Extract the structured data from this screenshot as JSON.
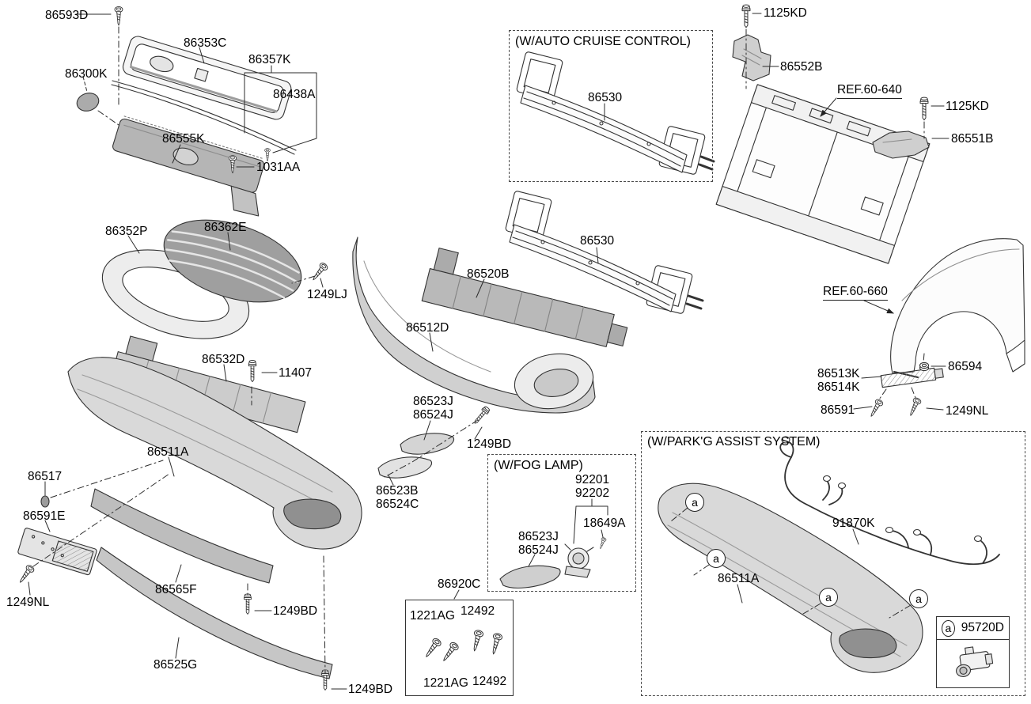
{
  "page": {
    "background": "#ffffff",
    "art_line": "#333333",
    "text": "#000000"
  },
  "titles": {
    "auto_cruise": "(W/AUTO CRUISE CONTROL)",
    "fog_lamp": "(W/FOG LAMP)",
    "parking_assist": "(W/PARK'G ASSIST SYSTEM)"
  },
  "references": {
    "r640": "REF.60-640",
    "r660": "REF.60-660"
  },
  "callout": {
    "marker": "a"
  },
  "parts": {
    "86593D": "86593D",
    "86353C": "86353C",
    "86357K": "86357K",
    "86438A": "86438A",
    "86300K": "86300K",
    "86555K": "86555K",
    "1031AA": "1031AA",
    "86352P": "86352P",
    "86362E": "86362E",
    "1249LJ": "1249LJ",
    "86532D": "86532D",
    "11407": "11407",
    "86511A": "86511A",
    "86517": "86517",
    "86591E": "86591E",
    "1249NL": "1249NL",
    "86565F": "86565F",
    "1249BD": "1249BD",
    "86525G": "86525G",
    "86520B": "86520B",
    "86512D": "86512D",
    "86523J": "86523J",
    "86524J": "86524J",
    "86523B": "86523B",
    "86524C": "86524C",
    "86530": "86530",
    "92201": "92201",
    "92202": "92202",
    "18649A": "18649A",
    "86920C": "86920C",
    "1221AG": "1221AG",
    "12492": "12492",
    "1125KD": "1125KD",
    "86552B": "86552B",
    "86551B": "86551B",
    "86513K": "86513K",
    "86514K": "86514K",
    "86594": "86594",
    "86591": "86591",
    "91870K": "91870K",
    "95720D": "95720D"
  }
}
